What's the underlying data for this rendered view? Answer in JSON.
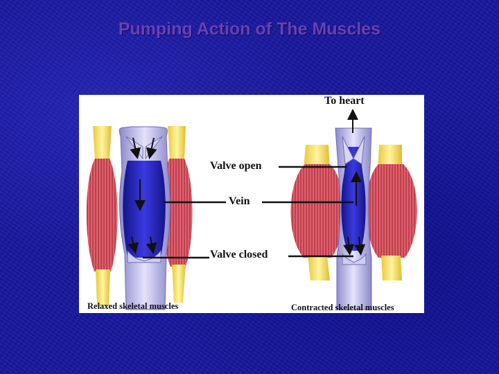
{
  "slide": {
    "title": "Pumping Action of The Muscles"
  },
  "figure": {
    "labels": {
      "to_heart": "To heart",
      "valve_open": "Valve open",
      "vein": "Vein",
      "valve_closed": "Valve closed",
      "relaxed": "Relaxed skeletal muscles",
      "contracted": "Contracted skeletal muscles"
    },
    "colors": {
      "muscle": "#c8283c",
      "tendon": "#f7e35a",
      "vein_wall": "#b9b6e6",
      "blood": "#1f1fb8",
      "background": "#1a1aa0"
    }
  }
}
